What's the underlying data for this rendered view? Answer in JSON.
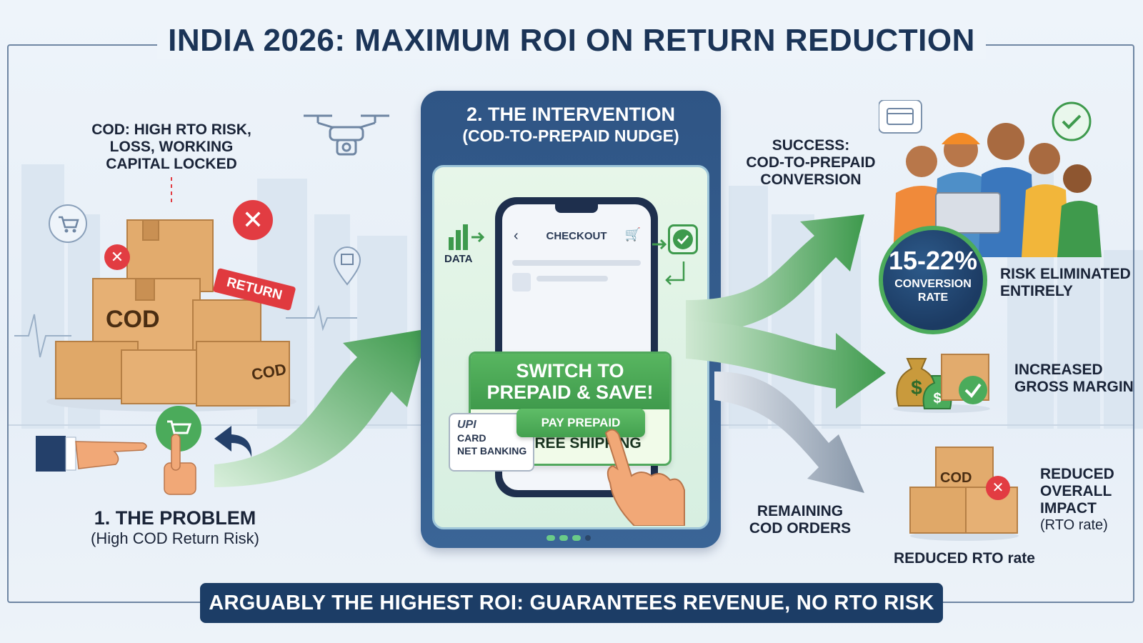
{
  "title": "INDIA 2026: MAXIMUM ROI ON RETURN REDUCTION",
  "problem": {
    "risk_label": "COD: HIGH RTO RISK,\nLOSS, WORKING\nCAPITAL LOCKED",
    "heading": "1. THE PROBLEM",
    "subheading": "(High COD Return Risk)",
    "box_label_main": "COD",
    "box_label_small": "COD",
    "return_tag": "RETURN"
  },
  "intervention": {
    "heading_line1": "2. THE INTERVENTION",
    "heading_line2": "(COD-TO-PREPAID NUDGE)",
    "data_label": "DATA",
    "checkout_label": "CHECKOUT",
    "promo_title": "SWITCH TO\nPREPAID & SAVE!",
    "promo_offer": "GET ₹30-50 OFF\nOR FREE SHIPPING",
    "pay_button": "PAY PREPAID",
    "payment_methods": [
      "UPI",
      "CARD",
      "NET BANKING"
    ]
  },
  "outcomes": {
    "success_label": "SUCCESS:\nCOD-TO-PREPAID\nCONVERSION",
    "conversion_value": "15-22%",
    "conversion_caption": "CONVERSION\nRATE",
    "risk_eliminated": "RISK ELIMINATED\nENTIRELY",
    "gross_margin": "INCREASED\nGROSS MARGIN",
    "remaining": "REMAINING\nCOD ORDERS",
    "remaining_box_label": "COD",
    "reduced_impact": "REDUCED\nOVERALL\nIMPACT",
    "reduced_impact_note": "(RTO rate)",
    "reduced_rto": "REDUCED RTO rate"
  },
  "banner": "ARGUABLY THE HIGHEST ROI: GUARANTEES REVENUE, NO RTO RISK",
  "colors": {
    "navy": "#1c3d66",
    "green": "#4bab5b",
    "red": "#e23c42",
    "box": "#d9a267"
  },
  "icons": [
    "drone-icon",
    "cart-icon",
    "location-pin-icon",
    "card-icon",
    "check-icon",
    "money-bag-icon",
    "pointing-hand-icon"
  ]
}
